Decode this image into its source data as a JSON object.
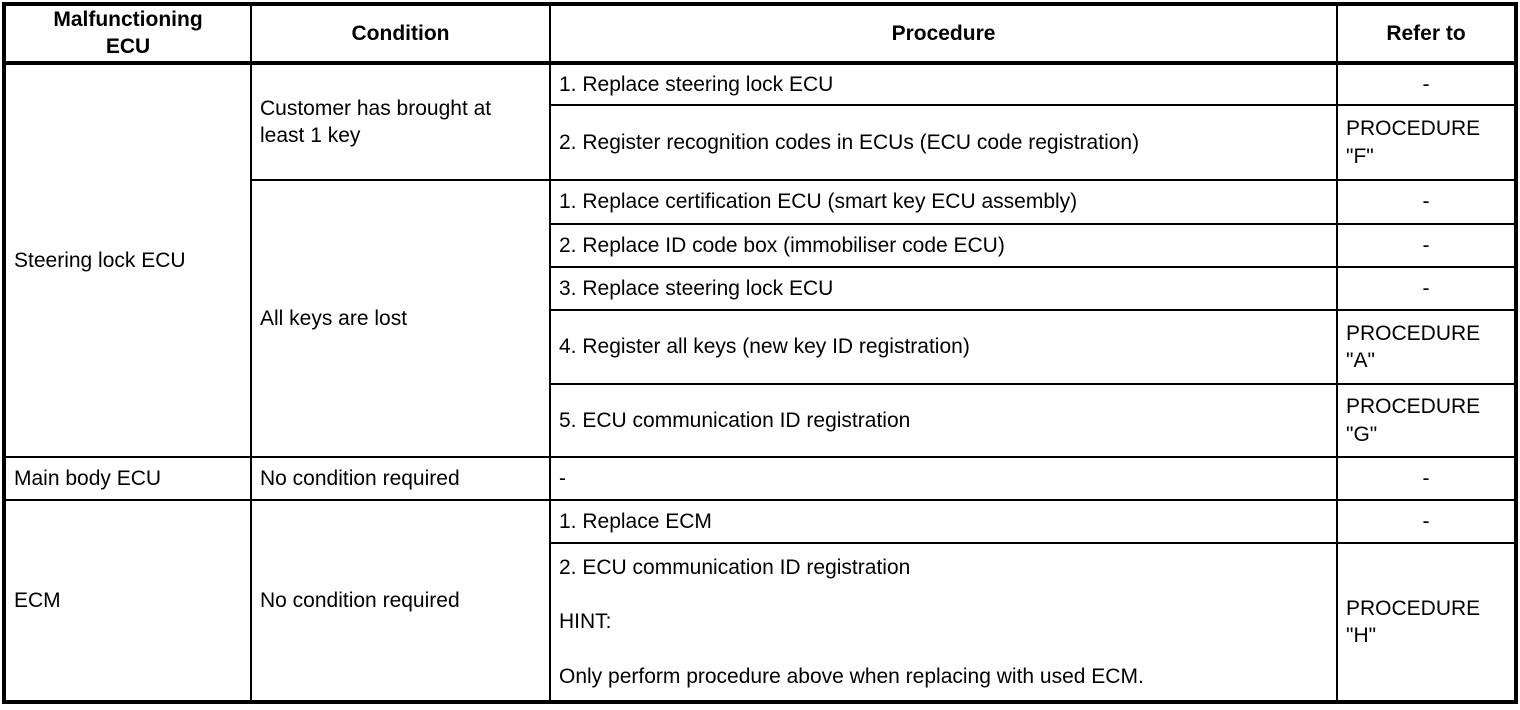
{
  "table": {
    "headers": {
      "ecu": "Malfunctioning\nECU",
      "condition": "Condition",
      "procedure": "Procedure",
      "refer_to": "Refer to"
    },
    "groups": [
      {
        "ecu": "Steering lock ECU",
        "conditions": [
          {
            "condition": "Customer has brought at least 1 key",
            "rows": [
              {
                "procedure": "1. Replace steering lock ECU",
                "refer_to": "-",
                "refer_is_dash": true
              },
              {
                "procedure": "2. Register recognition codes in ECUs (ECU code registration)",
                "refer_to": "PROCEDURE\n\"F\"",
                "refer_is_dash": false
              }
            ]
          },
          {
            "condition": "All keys are lost",
            "rows": [
              {
                "procedure": "1. Replace certification ECU (smart key ECU assembly)",
                "refer_to": "-",
                "refer_is_dash": true
              },
              {
                "procedure": "2. Replace ID code box (immobiliser code ECU)",
                "refer_to": "-",
                "refer_is_dash": true
              },
              {
                "procedure": "3. Replace steering lock ECU",
                "refer_to": "-",
                "refer_is_dash": true
              },
              {
                "procedure": "4. Register all keys (new key ID registration)",
                "refer_to": "PROCEDURE\n\"A\"",
                "refer_is_dash": false
              },
              {
                "procedure": "5. ECU communication ID registration",
                "refer_to": "PROCEDURE\n\"G\"",
                "refer_is_dash": false
              }
            ]
          }
        ]
      },
      {
        "ecu": "Main body ECU",
        "conditions": [
          {
            "condition": "No condition required",
            "rows": [
              {
                "procedure": "-",
                "procedure_is_dash": true,
                "refer_to": "-",
                "refer_is_dash": true
              }
            ]
          }
        ]
      },
      {
        "ecu": "ECM",
        "conditions": [
          {
            "condition": "No condition required",
            "rows": [
              {
                "procedure": "1. Replace ECM",
                "refer_to": "-",
                "refer_is_dash": true
              },
              {
                "procedure": "2. ECU communication ID registration\n\nHINT:\n\nOnly perform procedure above when replacing with used ECM.",
                "refer_to": "PROCEDURE\n\"H\"",
                "refer_is_dash": false
              }
            ]
          }
        ]
      }
    ],
    "cells": {
      "h_ecu": "Malfunctioning\nECU",
      "h_cond": "Condition",
      "h_proc": "Procedure",
      "h_refer": "Refer to",
      "g0_ecu": "Steering lock ECU",
      "g0_c0_cond": "Customer has brought at least 1 key",
      "g0_c0_r0_proc": "1. Replace steering lock ECU",
      "g0_c0_r0_ref": "-",
      "g0_c0_r1_proc": "2. Register recognition codes in ECUs (ECU code registration)",
      "g0_c0_r1_ref": "PROCEDURE\n\"F\"",
      "g0_c1_cond": "All keys are lost",
      "g0_c1_r0_proc": "1. Replace certification ECU (smart key ECU assembly)",
      "g0_c1_r0_ref": "-",
      "g0_c1_r1_proc": "2. Replace ID code box (immobiliser code ECU)",
      "g0_c1_r1_ref": "-",
      "g0_c1_r2_proc": "3. Replace steering lock ECU",
      "g0_c1_r2_ref": "-",
      "g0_c1_r3_proc": "4. Register all keys (new key ID registration)",
      "g0_c1_r3_ref": "PROCEDURE\n\"A\"",
      "g0_c1_r4_proc": "5. ECU communication ID registration",
      "g0_c1_r4_ref": "PROCEDURE\n\"G\"",
      "g1_ecu": "Main body ECU",
      "g1_cond": "No condition required",
      "g1_proc": "-",
      "g1_ref": "-",
      "g2_ecu": "ECM",
      "g2_cond": "No condition required",
      "g2_r0_proc": "1. Replace ECM",
      "g2_r0_ref": "-",
      "g2_r1_proc": "2. ECU communication ID registration\n\nHINT:\n\nOnly perform procedure above when replacing with used ECM.",
      "g2_r1_ref": "PROCEDURE\n\"H\""
    }
  }
}
